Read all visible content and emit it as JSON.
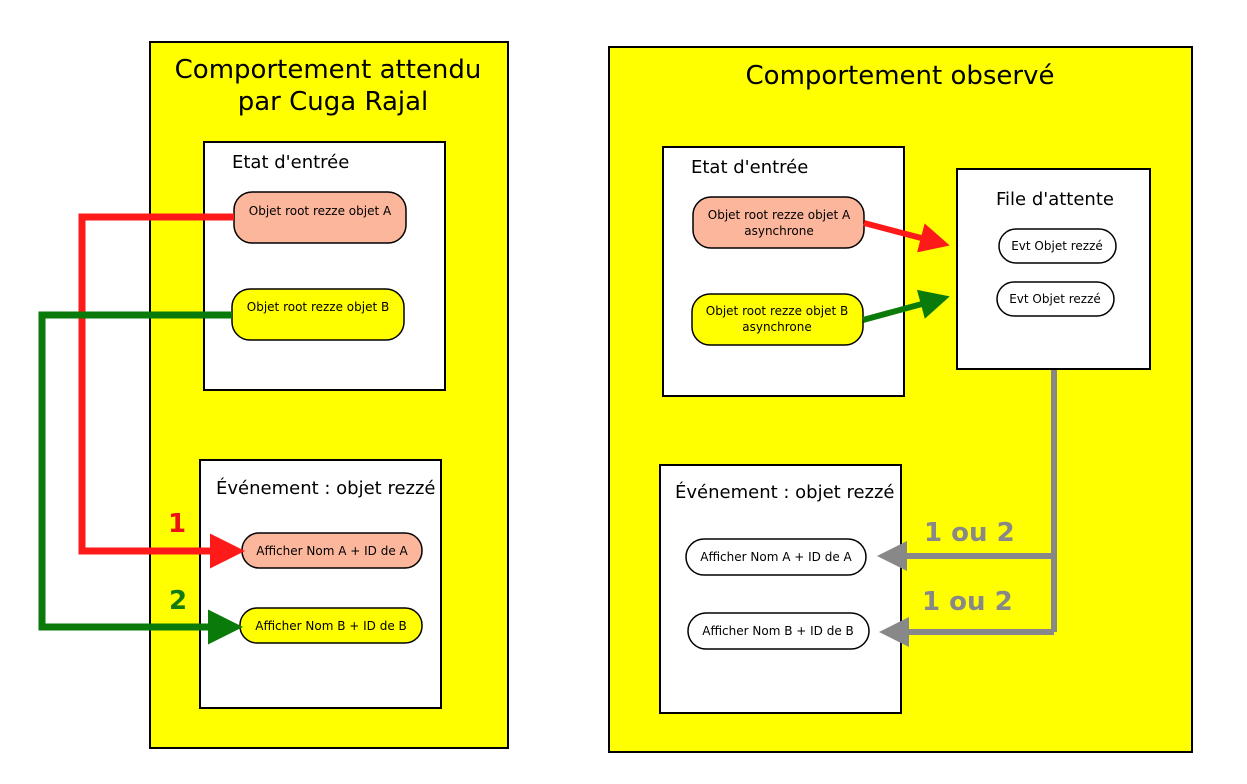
{
  "expected": {
    "title_line1": "Comportement attendu",
    "title_line2": "par Cuga Rajal",
    "entry_state": {
      "title": "Etat d'entrée",
      "item_a": "Objet root rezze objet A",
      "item_b": "Objet root rezze objet B"
    },
    "event": {
      "title": "Événement : objet rezzé",
      "item_a": "Afficher Nom A + ID de A",
      "item_b": "Afficher Nom B + ID de B"
    },
    "order_a": "1",
    "order_b": "2"
  },
  "observed": {
    "title": "Comportement observé",
    "entry_state": {
      "title": "Etat d'entrée",
      "item_a_line1": "Objet root rezze objet A",
      "item_a_line2": "asynchrone",
      "item_b_line1": "Objet root rezze objet B",
      "item_b_line2": "asynchrone"
    },
    "queue": {
      "title": "File d'attente",
      "item1": "Evt Objet rezzé",
      "item2": "Evt Objet rezzé"
    },
    "event": {
      "title": "Événement : objet rezzé",
      "item_a": "Afficher Nom A + ID de A",
      "item_b": "Afficher Nom B + ID de B"
    },
    "order_a": "1 ou 2",
    "order_b": "1 ou 2"
  },
  "colors": {
    "panel": "#ffff00",
    "salmon": "#fbb69b",
    "red": "#ff1a1a",
    "green": "#0a7a0a",
    "gray": "#888888",
    "number_red": "#ee1111",
    "number_green": "#117a11"
  }
}
